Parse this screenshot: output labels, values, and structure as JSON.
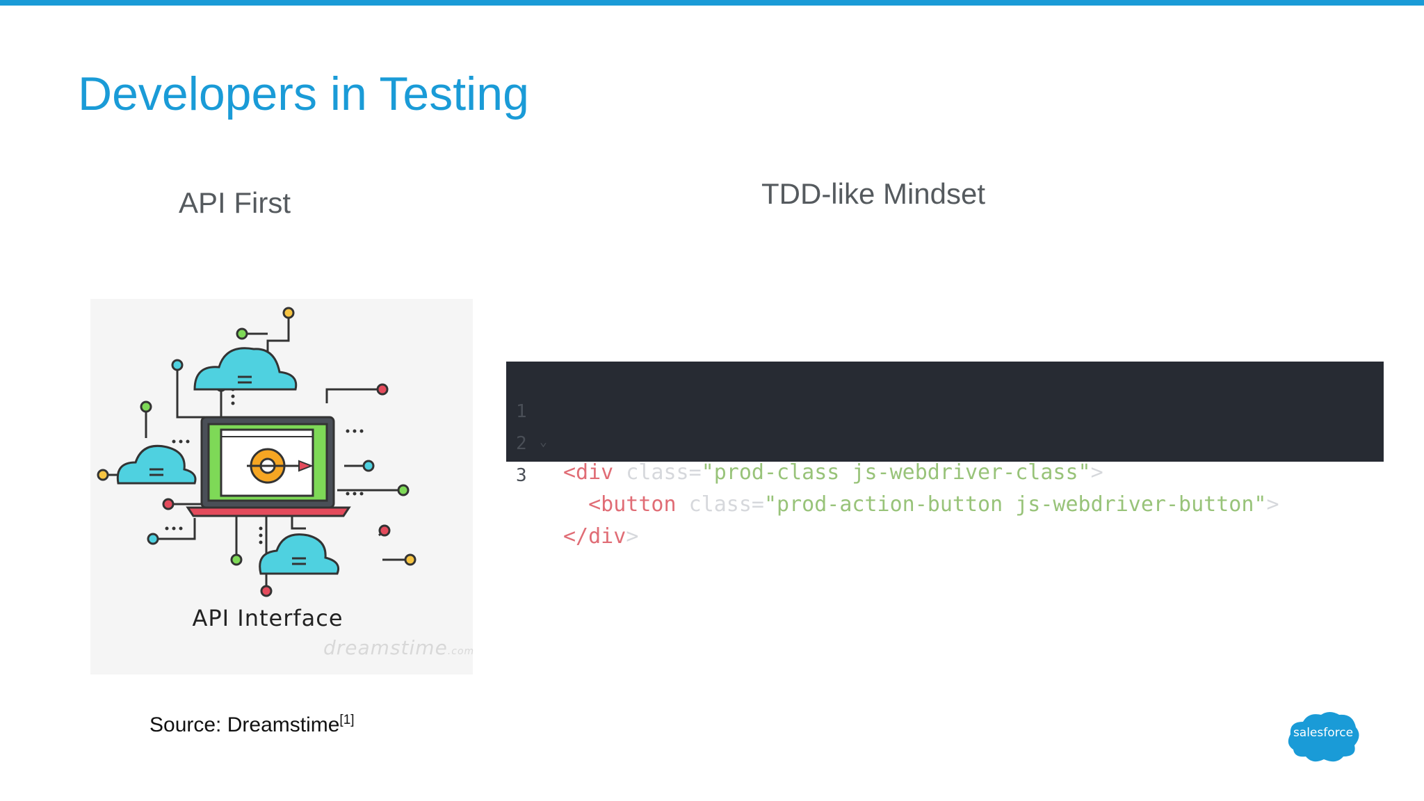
{
  "slide": {
    "title": "Developers in Testing",
    "left_heading": "API First",
    "right_heading": "TDD-like Mindset",
    "illustration": {
      "label": "API Interface",
      "watermark_main": "dreamstime",
      "watermark_suffix": ".com",
      "icons": [
        "cloud-icon",
        "gear-icon",
        "browser-window-icon",
        "circuit-node-icon"
      ]
    },
    "code": {
      "lines": [
        {
          "num": "1",
          "fold": "⌄",
          "indent": "",
          "tag_open": "<div",
          "attr": " class=",
          "value": "\"prod-class js-webdriver-class\"",
          "close": ">"
        },
        {
          "num": "2",
          "fold": "",
          "indent": "  ",
          "tag_open": "<button",
          "attr": " class=",
          "value": "\"prod-action-button js-webdriver-button\"",
          "close": ">"
        },
        {
          "num": "3",
          "fold": "",
          "indent": "",
          "tag_open": "</div",
          "attr": "",
          "value": "",
          "close": ">"
        }
      ]
    },
    "source": {
      "text": "Source: Dreamstime",
      "ref": "[1]"
    },
    "logo": "salesforce",
    "colors": {
      "accent": "#1a9bd7",
      "code_bg": "#272b33",
      "tag": "#e06c75",
      "string": "#98c379"
    }
  }
}
